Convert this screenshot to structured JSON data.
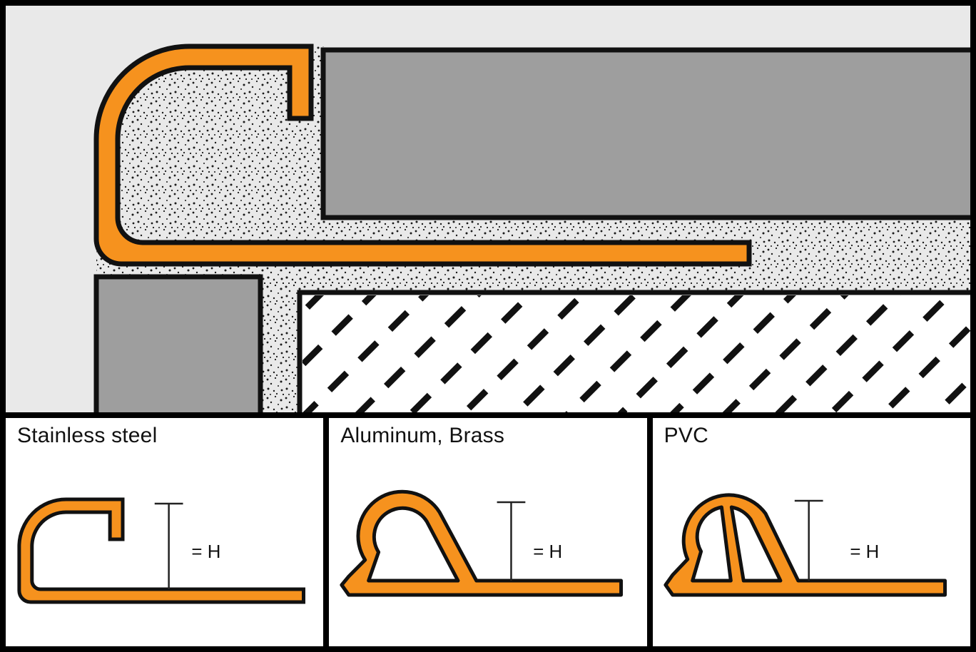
{
  "diagram": {
    "title": "tile-edge-trim-profile-cross-section",
    "description": "Installation cross-section of a rounded tile edge trim profile with tiles, setting mortar and substrate, plus three material variant profile drawings"
  },
  "colors": {
    "frame_black": "#000000",
    "background_gray": "#e9e9e9",
    "tile_gray": "#9e9e9e",
    "profile_orange": "#f6921e",
    "panel_white": "#ffffff",
    "line_black": "#111111"
  },
  "panels": [
    {
      "label": "Stainless steel",
      "height_label": "= H"
    },
    {
      "label": "Aluminum, Brass",
      "height_label": "= H"
    },
    {
      "label": "PVC",
      "height_label": "= H"
    }
  ]
}
